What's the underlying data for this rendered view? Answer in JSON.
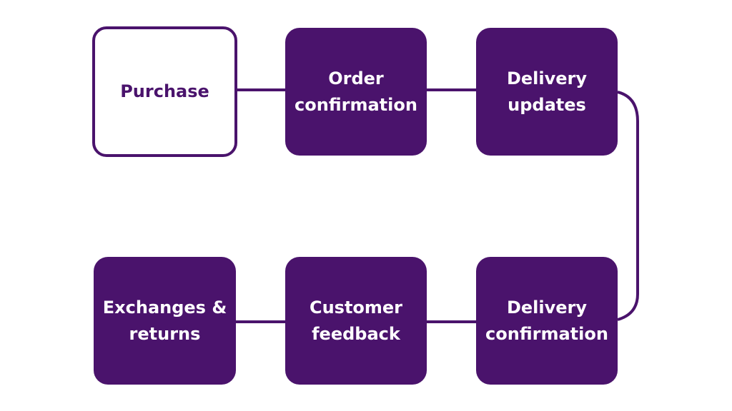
{
  "colors": {
    "primary": "#4a136c",
    "box_text_on_filled": "#ffffff",
    "background": "#ffffff"
  },
  "steps": {
    "purchase": "Purchase",
    "order_confirmation": "Order\nconfirmation",
    "delivery_updates": "Delivery\nupdates",
    "delivery_confirmation": "Delivery\nconfirmation",
    "customer_feedback": "Customer\nfeedback",
    "exchanges_returns": "Exchanges &\nreturns"
  }
}
